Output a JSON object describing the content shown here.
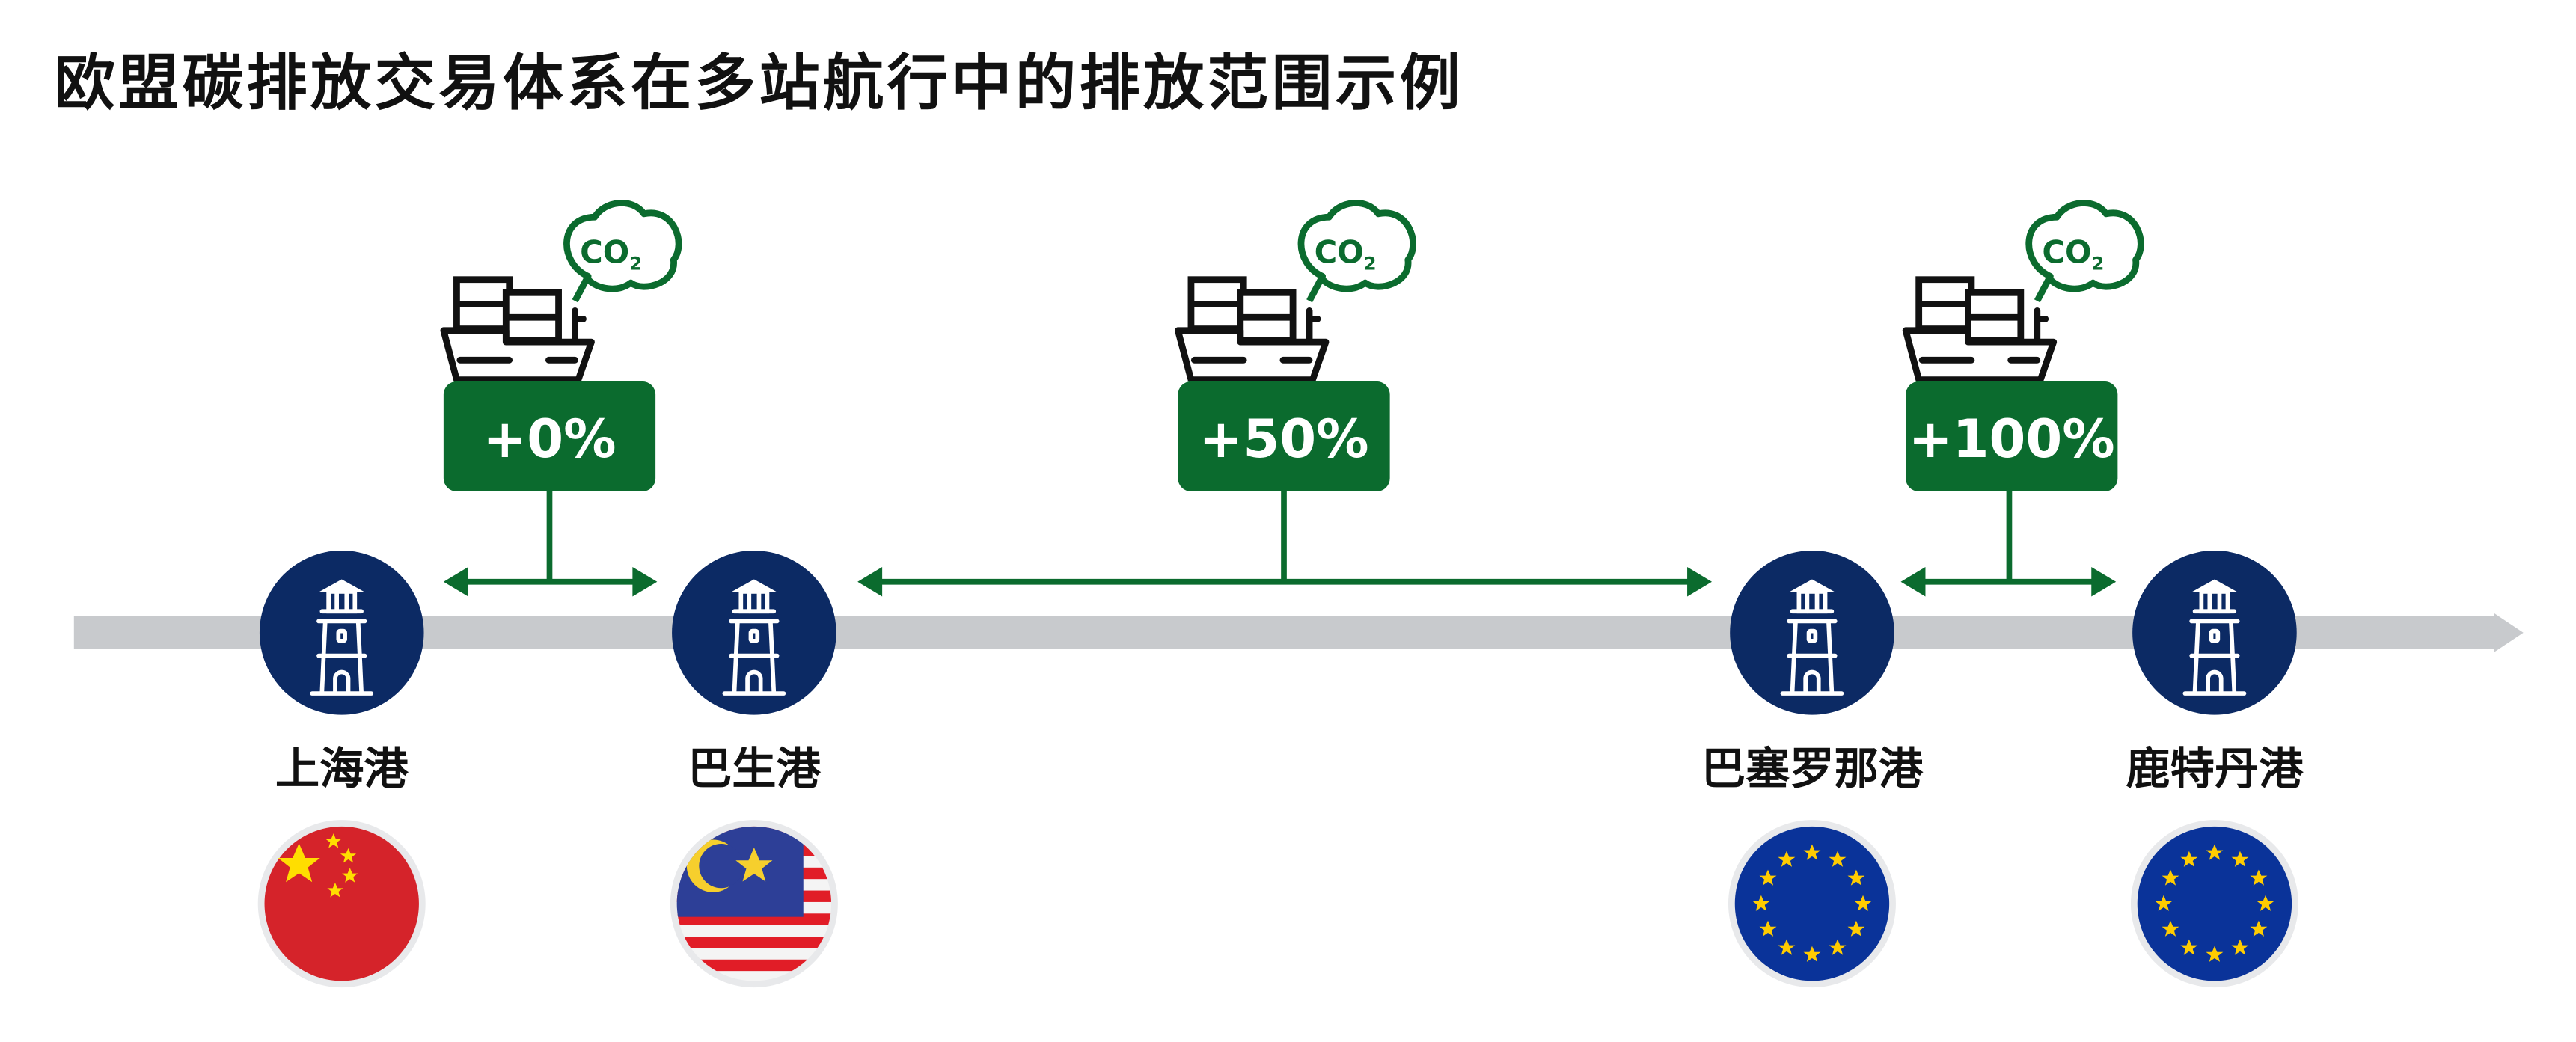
{
  "title": "欧盟碳排放交易体系在多站航行中的排放范围示例",
  "colors": {
    "green": "#0b6b2e",
    "navy": "#0c2a64",
    "track": "#c8cacd",
    "eu_blue": "#0a3399",
    "star_yellow": "#ffcc00"
  },
  "co2_label": {
    "main": "CO",
    "sub": "2"
  },
  "legs": [
    {
      "percent": "+0%"
    },
    {
      "percent": "+50%"
    },
    {
      "percent": "+100%"
    }
  ],
  "ports": [
    {
      "name": "上海港",
      "flag": "china-flag"
    },
    {
      "name": "巴生港",
      "flag": "malaysia-flag"
    },
    {
      "name": "巴塞罗那港",
      "flag": "eu-flag"
    },
    {
      "name": "鹿特丹港",
      "flag": "eu-flag"
    }
  ]
}
